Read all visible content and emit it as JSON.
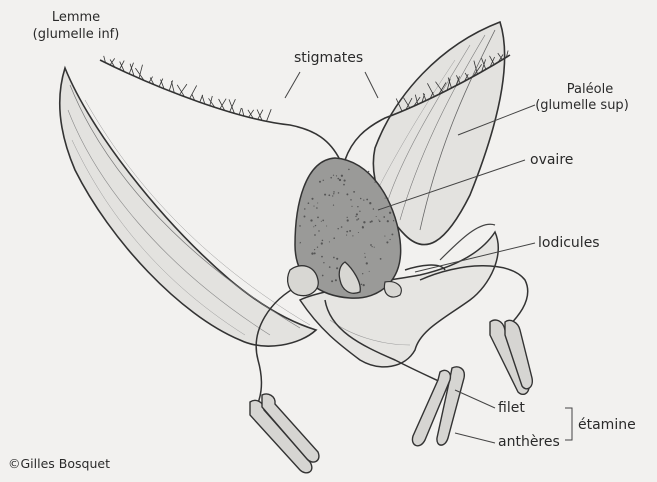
{
  "labels": {
    "lemme": "Lemme",
    "lemme_sub": "(glumelle inf)",
    "stigmates": "stigmates",
    "paleole": "Paléole",
    "paleole_sub": "(glumelle sup)",
    "ovaire": "ovaire",
    "lodicules": "lodicules",
    "filet": "filet",
    "antheres": "anthères",
    "etamine": "étamine"
  },
  "credit": "©Gilles Bosquet",
  "colors": {
    "background": "#f2f1ef",
    "ink": "#2a2a2a",
    "ovary": "#9a9a98",
    "bract": "#e3e2df",
    "anther": "#d6d5d2"
  }
}
